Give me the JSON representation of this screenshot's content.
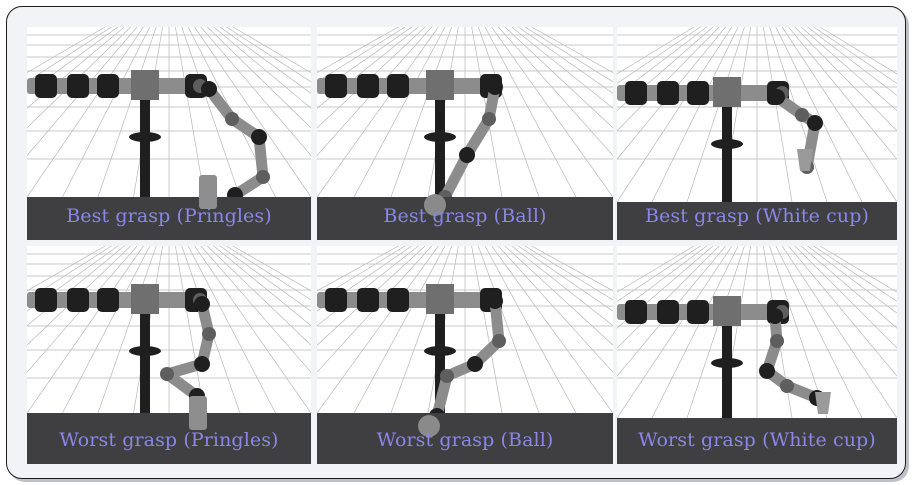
{
  "panels": [
    {
      "caption": "Best grasp (Pringles)",
      "object": "pringles",
      "pose": "best"
    },
    {
      "caption": "Best grasp (Ball)",
      "object": "ball",
      "pose": "best"
    },
    {
      "caption": "Best grasp (White cup)",
      "object": "white-cup",
      "pose": "best"
    },
    {
      "caption": "Worst grasp (Pringles)",
      "object": "pringles",
      "pose": "worst"
    },
    {
      "caption": "Worst grasp (Ball)",
      "object": "ball",
      "pose": "worst"
    },
    {
      "caption": "Worst grasp (White cup)",
      "object": "white-cup",
      "pose": "worst"
    }
  ],
  "colors": {
    "table": "#3f3f41",
    "caption": "#8a87e8",
    "robot_dark": "#1f1f1f",
    "robot_metal": "#8c8c8c",
    "grid_line": "#b9b9b9"
  }
}
